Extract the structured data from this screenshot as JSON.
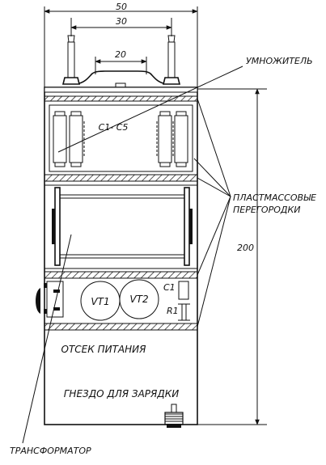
{
  "dimensions": {
    "width_total": "50",
    "electrode_spacing": "30",
    "arc_spacing": "20",
    "height_total": "200"
  },
  "labels": {
    "multiplier": "УМНОЖИТЕЛЬ",
    "capacitors": "C1- C5",
    "partitions_line1": "ПЛАСТМАССОВЫЕ",
    "partitions_line2": "ПЕРЕГОРОДКИ",
    "vt1": "VT1",
    "vt2": "VT2",
    "c1": "C1",
    "r1": "R1",
    "power_compartment": "ОТСЕК ПИТАНИЯ",
    "charging_socket": "ГНЕЗДО ДЛЯ ЗАРЯДКИ",
    "transformer": "ТРАНСФОРМАТОР"
  },
  "colors": {
    "ink": "#111111",
    "paper": "#ffffff"
  }
}
